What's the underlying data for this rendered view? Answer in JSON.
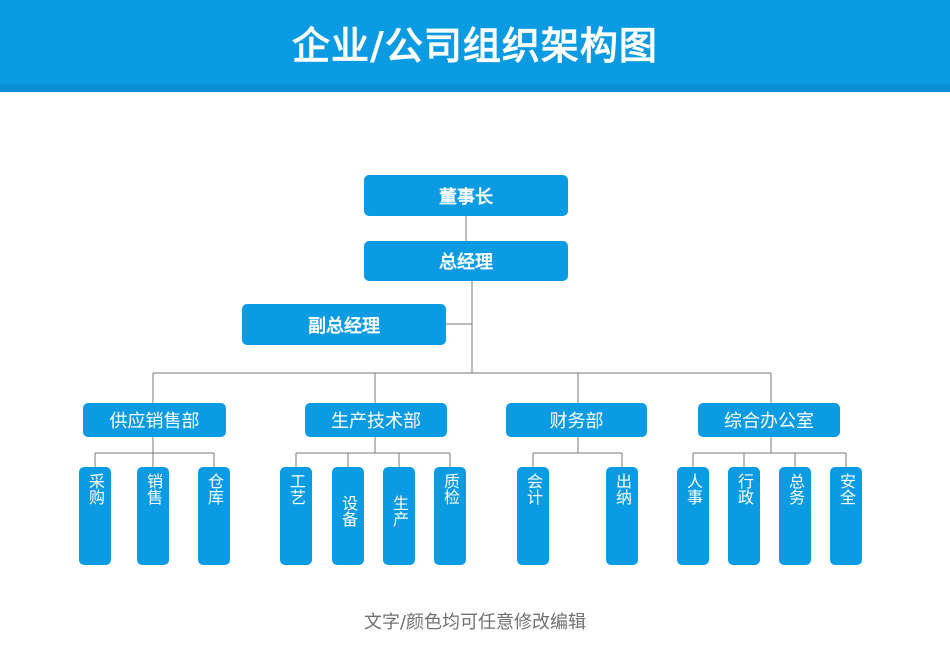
{
  "header": {
    "title": "企业/公司组织架构图"
  },
  "org": {
    "chairman": "董事长",
    "general_manager": "总经理",
    "deputy_general_manager": "副总经理",
    "departments": [
      {
        "name": "供应销售部",
        "units": [
          "采购",
          "销售",
          "仓库"
        ]
      },
      {
        "name": "生产技术部",
        "units": [
          "工艺",
          "设备",
          "生产",
          "质检"
        ]
      },
      {
        "name": "财务部",
        "units": [
          "会计",
          "出纳"
        ]
      },
      {
        "name": "综合办公室",
        "units": [
          "人事",
          "行政",
          "总务",
          "安全"
        ]
      }
    ]
  },
  "footer": {
    "note": "文字/颜色均可任意修改编辑"
  }
}
